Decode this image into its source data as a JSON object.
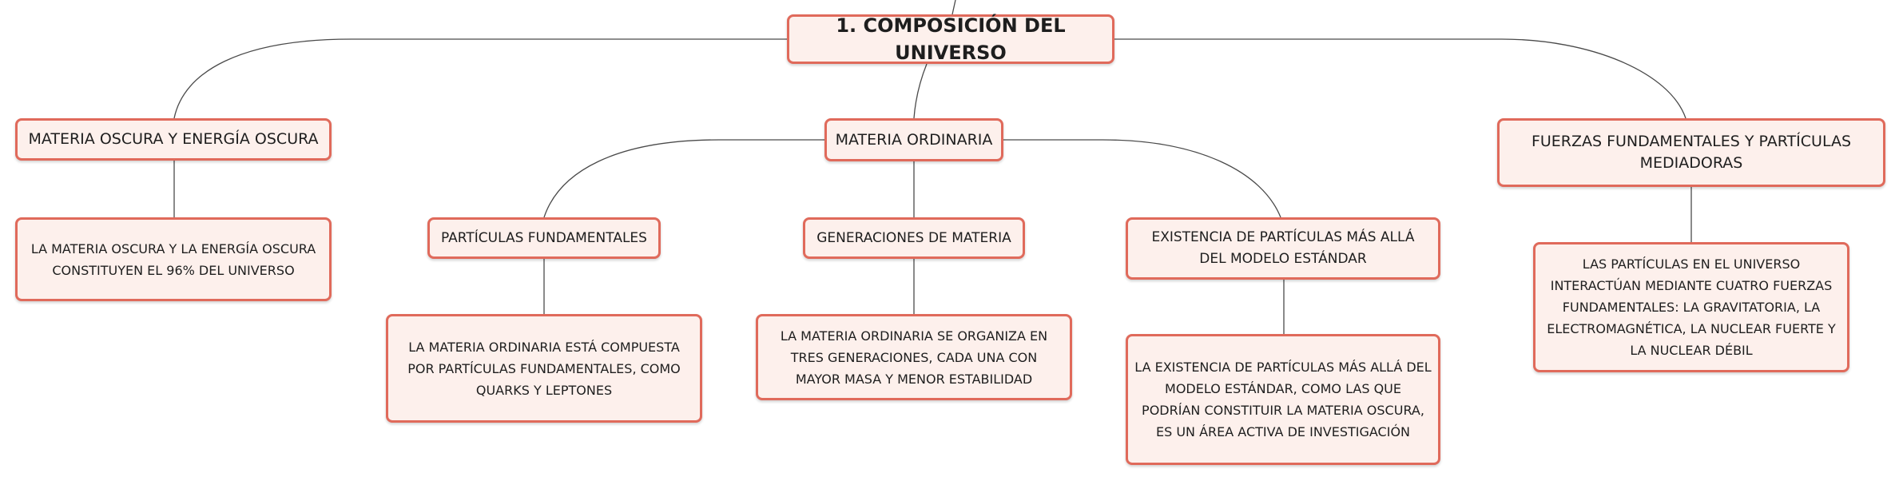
{
  "mindmap": {
    "root": "1. COMPOSICIÓN DEL UNIVERSO",
    "dark": {
      "title": "MATERIA OSCURA Y ENERGÍA OSCURA",
      "detail": "LA MATERIA OSCURA Y LA ENERGÍA OSCURA CONSTITUYEN EL 96% DEL UNIVERSO"
    },
    "ordinary": {
      "title": "MATERIA ORDINARIA",
      "particles": {
        "title": "PARTÍCULAS FUNDAMENTALES",
        "detail": "LA MATERIA ORDINARIA ESTÁ COMPUESTA POR PARTÍCULAS FUNDAMENTALES, COMO QUARKS Y LEPTONES"
      },
      "generations": {
        "title": "GENERACIONES DE MATERIA",
        "detail": "LA MATERIA ORDINARIA SE ORGANIZA EN TRES GENERACIONES, CADA UNA CON MAYOR MASA Y MENOR ESTABILIDAD"
      },
      "beyond": {
        "title": "EXISTENCIA DE PARTÍCULAS MÁS ALLÁ DEL MODELO ESTÁNDAR",
        "detail": "LA EXISTENCIA DE PARTÍCULAS MÁS ALLÁ DEL MODELO ESTÁNDAR, COMO LAS QUE PODRÍAN CONSTITUIR LA MATERIA OSCURA, ES UN ÁREA ACTIVA DE INVESTIGACIÓN"
      }
    },
    "forces": {
      "title": "FUERZAS FUNDAMENTALES Y PARTÍCULAS MEDIADORAS",
      "detail": "LAS PARTÍCULAS EN EL UNIVERSO INTERACTÚAN MEDIANTE CUATRO FUERZAS FUNDAMENTALES: LA GRAVITATORIA, LA ELECTROMAGNÉTICA, LA NUCLEAR FUERTE Y LA NUCLEAR DÉBIL"
    }
  },
  "colors": {
    "node_fill": "#fdf0ec",
    "node_border": "#e06a5b",
    "edge": "#4a4a4a"
  }
}
